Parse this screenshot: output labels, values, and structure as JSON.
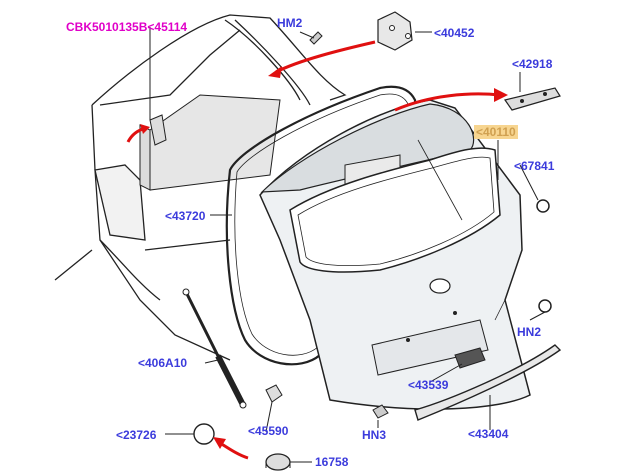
{
  "callouts": {
    "c_cbk": "CBK5010135B<45114",
    "c_hm2_top": "HM2",
    "c_40452": "<40452",
    "c_42918": "<42918",
    "c_40110": "<40110",
    "c_67841": "<67841",
    "c_43720": "<43720",
    "c_hn2": "HN2",
    "c_406a10": "<406A10",
    "c_43539": "<43539",
    "c_45590": "<45590",
    "c_hn3": "HN3",
    "c_43404": "<43404",
    "c_23726": "<23726",
    "c_16758": "16758"
  },
  "colors": {
    "callout_text": "#3b3bdc",
    "highlight_callout_text": "#e000c8",
    "highlight_box": "#f7d590",
    "arrow": "#e01010",
    "line_art": "#222222",
    "shading": "#e6e6e6"
  }
}
